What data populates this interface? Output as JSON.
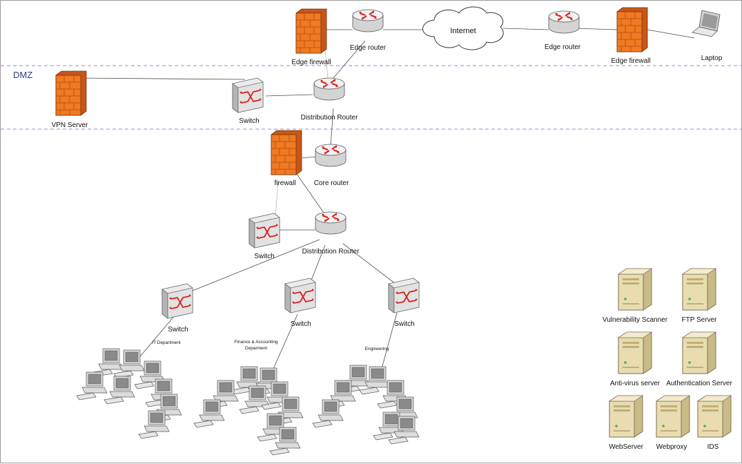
{
  "zones": {
    "dmz": "DMZ"
  },
  "labels": {
    "edge_firewall_left": "Edge firewall",
    "edge_router_left": "Edge router",
    "internet": "Internet",
    "edge_router_right": "Edge router",
    "edge_firewall_right": "Edge firewall",
    "laptop": "Laptop",
    "vpn_server": "VPN Server",
    "dmz_switch": "Switch",
    "dmz_distribution_router": "Distribution Router",
    "firewall": "firewall",
    "core_router": "Core router",
    "int_switch": "Switch",
    "int_distribution_router": "Distribution Router",
    "it_switch": "Switch",
    "fin_switch": "Switch",
    "eng_switch": "Switch",
    "it_department": "IT Department",
    "finance_dept_line1": "Finance & Accounting",
    "finance_dept_line2": "Deparment",
    "engineering": "Engineering"
  },
  "servers": [
    {
      "name": "Vulnerability Scanner"
    },
    {
      "name": "FTP Server"
    },
    {
      "name": "Anti-virus server"
    },
    {
      "name": "Authentication Server"
    },
    {
      "name": "WebServer"
    },
    {
      "name": "Webproxy"
    },
    {
      "name": "IDS"
    }
  ],
  "colors": {
    "firewall": "#f07a22",
    "router_arrow": "#d91f1f",
    "zone_line": "#8a8ae6",
    "zone_text": "#2b3f8a",
    "server_body": "#e8dcb0"
  }
}
